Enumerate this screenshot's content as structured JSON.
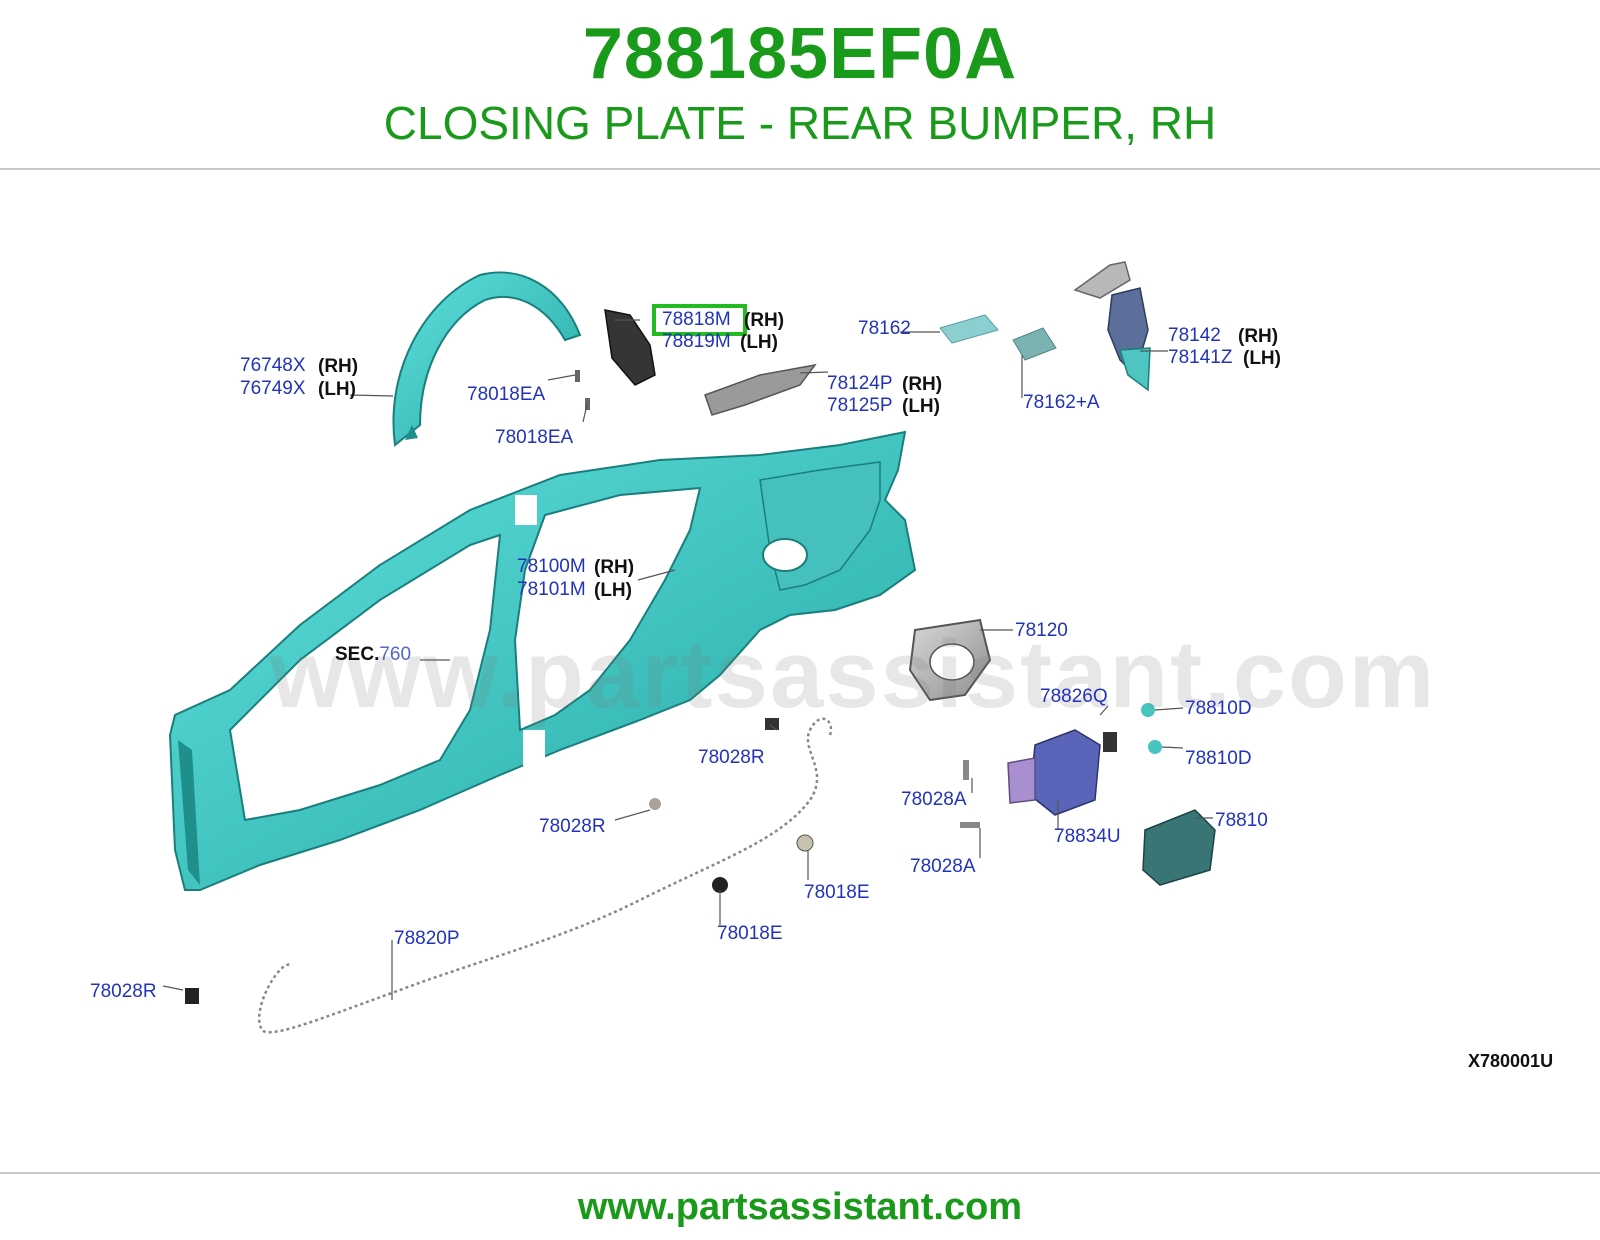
{
  "header": {
    "part_number": "788185EF0A",
    "part_title": "CLOSING PLATE - REAR BUMPER, RH"
  },
  "diagram": {
    "watermark": "www.partsassistant.com",
    "sheet_code": "X780001U",
    "section_ref": {
      "prefix": "SEC.",
      "number": "760"
    },
    "side_labels": {
      "rh": "(RH)",
      "lh": "(LH)"
    },
    "highlighted_part": "78818M",
    "callouts": [
      {
        "id": "c1",
        "text": "76748X"
      },
      {
        "id": "c2",
        "text": "76749X"
      },
      {
        "id": "c3",
        "text": "78818M"
      },
      {
        "id": "c4",
        "text": "78819M"
      },
      {
        "id": "c5",
        "text": "78018EA"
      },
      {
        "id": "c6",
        "text": "78018EA"
      },
      {
        "id": "c7",
        "text": "78162"
      },
      {
        "id": "c8",
        "text": "78124P"
      },
      {
        "id": "c9",
        "text": "78125P"
      },
      {
        "id": "c10",
        "text": "78162+A"
      },
      {
        "id": "c11",
        "text": "78142"
      },
      {
        "id": "c12",
        "text": "78141Z"
      },
      {
        "id": "c13",
        "text": "78100M"
      },
      {
        "id": "c14",
        "text": "78101M"
      },
      {
        "id": "c15",
        "text": "78120"
      },
      {
        "id": "c16",
        "text": "78826Q"
      },
      {
        "id": "c17",
        "text": "78810D"
      },
      {
        "id": "c18",
        "text": "78810D"
      },
      {
        "id": "c19",
        "text": "78028R"
      },
      {
        "id": "c20",
        "text": "78028A"
      },
      {
        "id": "c21",
        "text": "78028R"
      },
      {
        "id": "c22",
        "text": "78834U"
      },
      {
        "id": "c23",
        "text": "78810"
      },
      {
        "id": "c24",
        "text": "78028A"
      },
      {
        "id": "c25",
        "text": "78018E"
      },
      {
        "id": "c26",
        "text": "78018E"
      },
      {
        "id": "c27",
        "text": "78820P"
      },
      {
        "id": "c28",
        "text": "78028R"
      }
    ]
  },
  "footer": {
    "url": "www.partsassistant.com"
  },
  "colors": {
    "brand_green": "#1a9a1a",
    "callout_blue": "#2233bb",
    "panel_teal": "#3cc8c4"
  }
}
